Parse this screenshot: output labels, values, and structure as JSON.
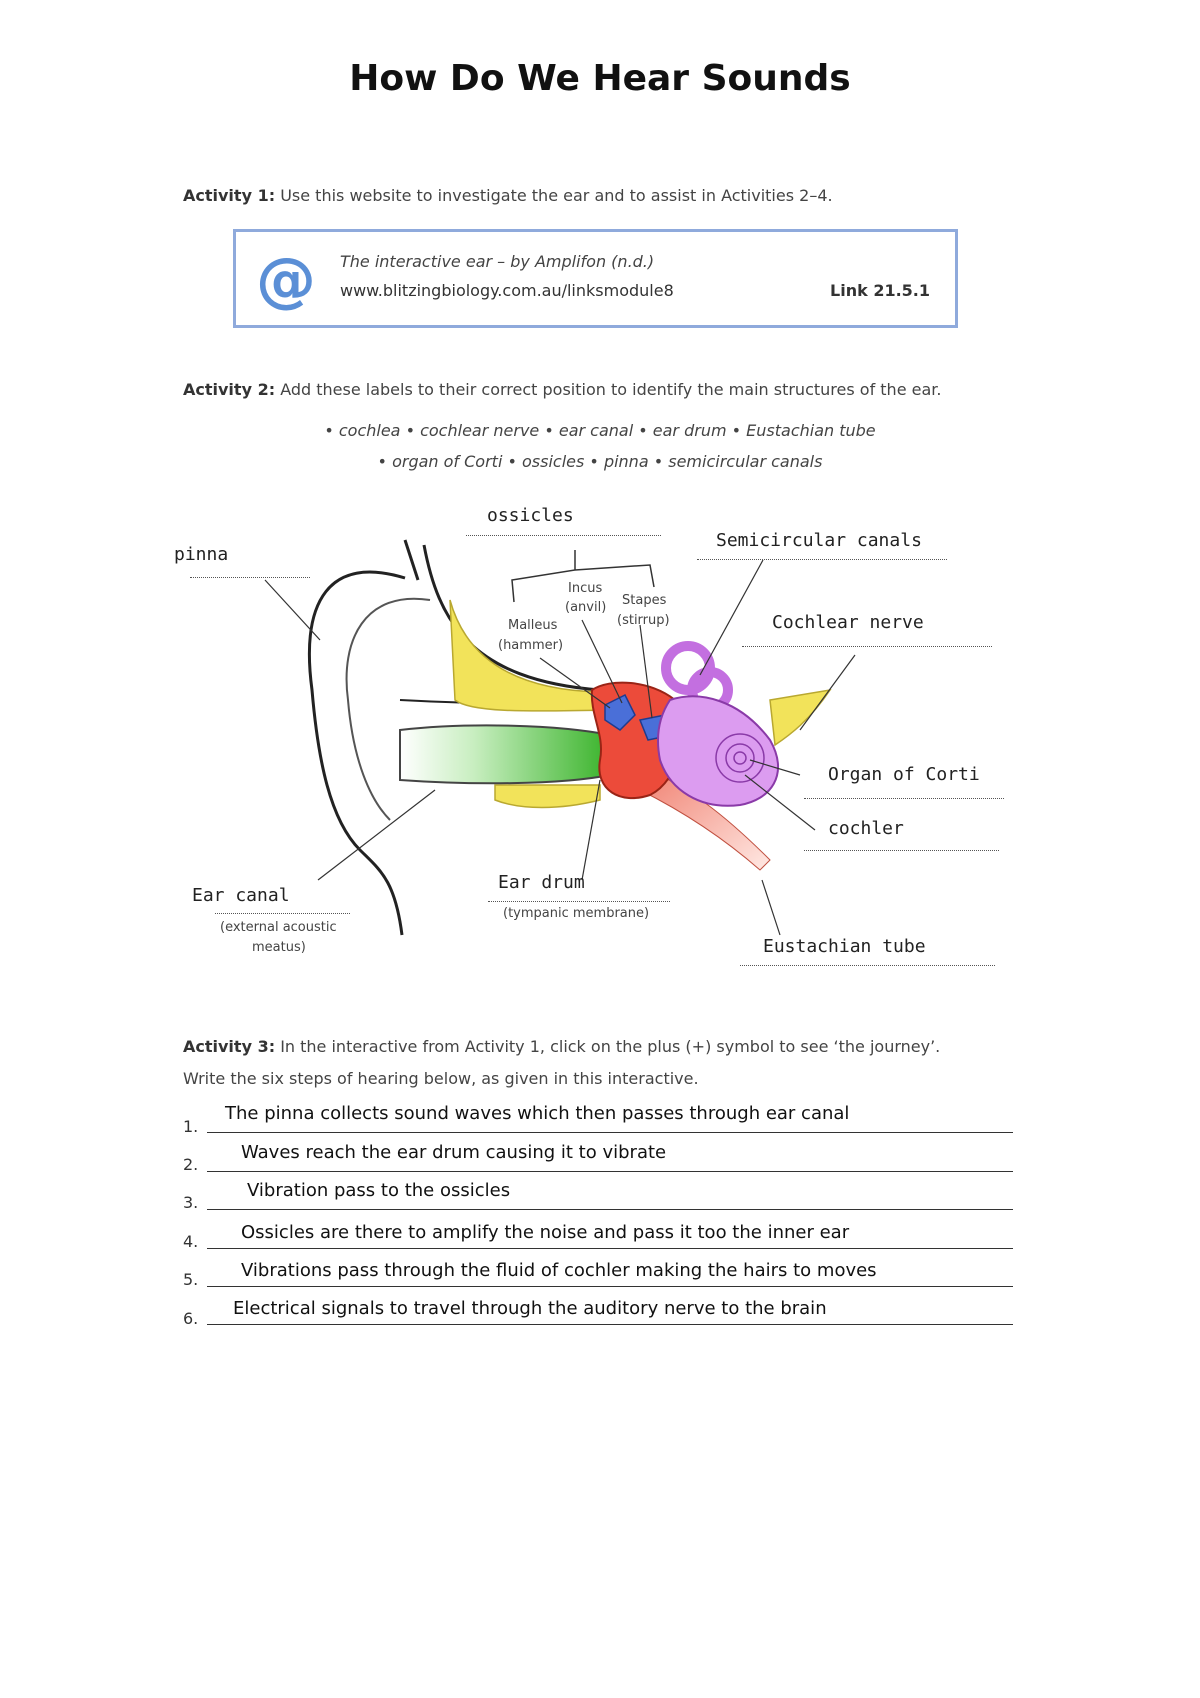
{
  "title": "How Do We Hear Sounds",
  "activity1": {
    "heading": "Activity 1:",
    "text": "Use this website to investigate the ear and to assist in Activities 2–4."
  },
  "link_box": {
    "icon": "@",
    "title": "The interactive ear – by Amplifon (n.d.)",
    "url": "www.blitzingbiology.com.au/linksmodule8",
    "link_id": "Link 21.5.1"
  },
  "activity2": {
    "heading": "Activity 2:",
    "text": "Add these labels to their correct position to identify the main structures of the ear.",
    "terms_line1": "• cochlea • cochlear nerve • ear canal • ear drum • Eustachian tube",
    "terms_line2": "• organ of Corti • ossicles • pinna • semicircular canals"
  },
  "diagram": {
    "answers": {
      "ossicles": "ossicles",
      "pinna": "pinna",
      "semicircular": "Semicircular canals",
      "cochlear_nerve": "Cochlear nerve",
      "organ_corti": "Organ of Corti",
      "cochlea": "cochler",
      "ear_canal": "Ear canal",
      "ear_drum": "Ear drum",
      "eustachian": "Eustachian tube"
    },
    "printed": {
      "incus": "Incus",
      "anvil": "(anvil)",
      "stapes": "Stapes",
      "stirrup": "(stirrup)",
      "malleus": "Malleus",
      "hammer": "(hammer)",
      "ear_canal_sub1": "(external acoustic",
      "ear_canal_sub2": "meatus)",
      "tympanic": "(tympanic membrane)"
    }
  },
  "activity3": {
    "heading": "Activity 3:",
    "text1": "In the interactive from Activity 1, click on the plus (+) symbol to see ‘the journey’.",
    "text2": "Write the six steps of hearing below, as given in this interactive.",
    "steps": [
      {
        "num": "1.",
        "text": "The pinna collects sound waves which then passes through ear canal"
      },
      {
        "num": "2.",
        "text": "Waves reach the ear drum causing it to vibrate"
      },
      {
        "num": "3.",
        "text": "Vibration pass to the ossicles"
      },
      {
        "num": "4.",
        "text": "Ossicles are there to amplify the noise and pass it too the inner ear"
      },
      {
        "num": "5.",
        "text": "Vibrations pass through the fluid of cochler making the hairs to moves"
      },
      {
        "num": "6.",
        "text": "Electrical signals to travel through the auditory nerve to the brain"
      }
    ]
  }
}
